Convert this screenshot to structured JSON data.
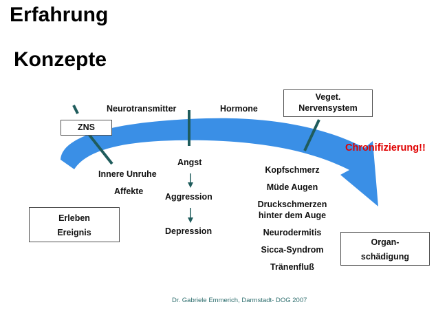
{
  "title": "Erfahrung",
  "subtitle": "Konzepte",
  "top_labels": {
    "neurotransmitter": "Neurotransmitter",
    "hormone": "Hormone"
  },
  "boxes": {
    "zns": "ZNS",
    "veget": [
      "Veget.",
      "Nervensystem"
    ],
    "erleben": [
      "Erleben",
      "Ereignis"
    ],
    "organ": [
      "Organ-",
      "schädigung"
    ]
  },
  "left_labels": [
    "Innere Unruhe",
    "Affekte"
  ],
  "middle_chain": [
    "Angst",
    "Aggression",
    "Depression"
  ],
  "symptoms": [
    "Kopfschmerz",
    "Müde Augen",
    "Druckschmerzen",
    "hinter dem Auge",
    "Neurodermitis",
    "Sicca-Syndrom",
    "Tränenfluß"
  ],
  "chronification": "Chronifizierung!!",
  "footer": "Dr. Gabriele Emmerich,  Darmstadt- DOG 2007",
  "colors": {
    "arc": "#3a8fe6",
    "bars": "#1f5c5c",
    "accent": "#e00000",
    "footer": "#2e6e6e"
  }
}
